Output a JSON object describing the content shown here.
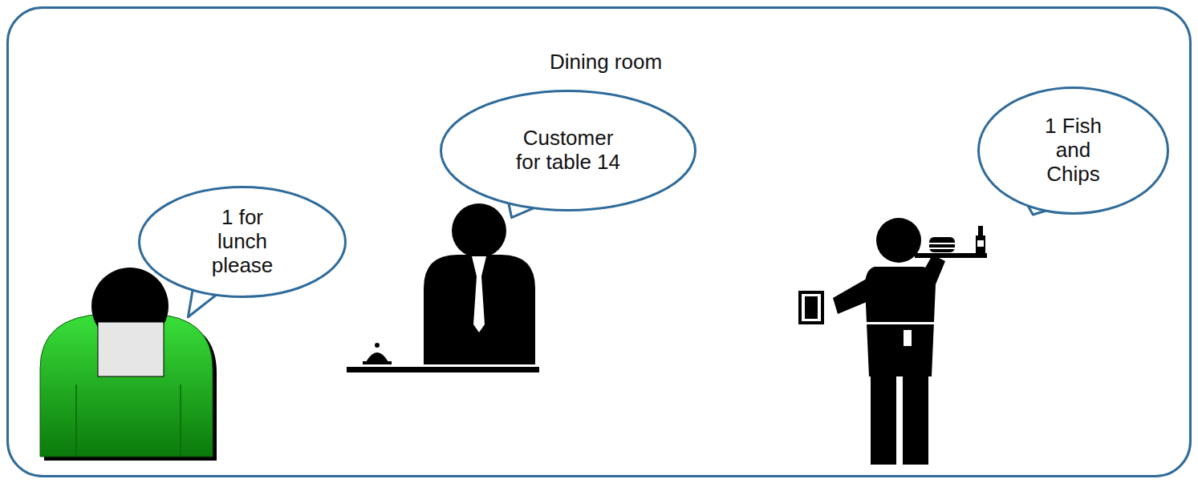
{
  "diagram": {
    "nodes": [
      {
        "text": [
          "Dining room"
        ]
      },
      {
        "text": [
          "1 for lunch please"
        ],
        "in": 0
      },
      {
        "text": [
          "Customer for table 14"
        ],
        "in": 0
      },
      {
        "text": [
          "1 Fish and Chips"
        ],
        "in": 0
      }
    ]
  }
}
